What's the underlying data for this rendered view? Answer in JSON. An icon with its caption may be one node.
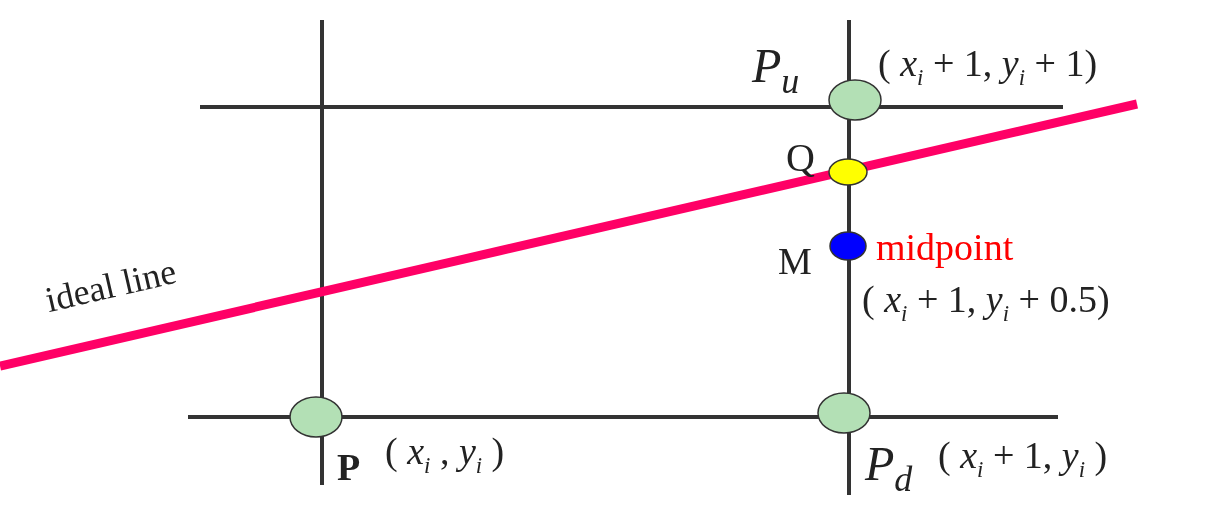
{
  "diagram": {
    "labels": [
      "*P*$_{u}$",
      "( *x*$_{i}$ + 1, *y*$_{i}$ + 1)",
      "Q",
      "M",
      "midpoint",
      "ideal line",
      "( *x*$_{i}$ + 1, *y*$_{i}$ + 0.5)",
      "**P**",
      "( *x*$_{i}$ , *y*$_{i}$ )",
      "*P*$_{d}$",
      "( *x*$_{i}$ + 1, *y*$_{i}$ )"
    ]
  }
}
